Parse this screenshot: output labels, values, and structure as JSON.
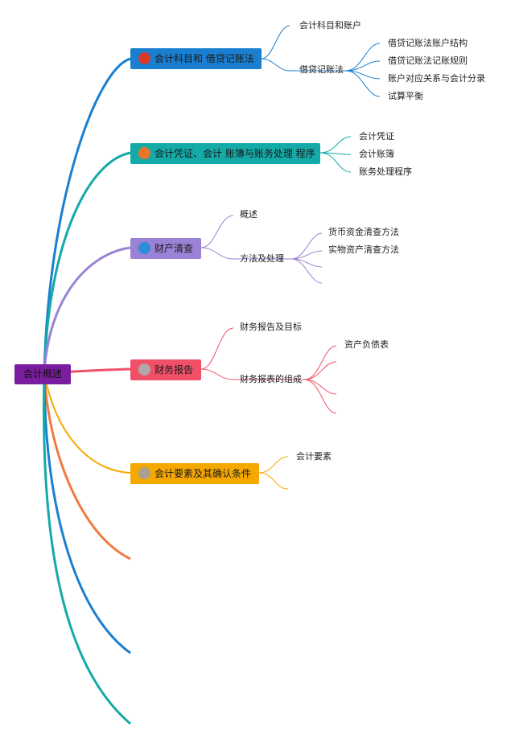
{
  "root": {
    "label": "会计概述",
    "color": "#7a1d9e"
  },
  "branches": [
    {
      "id": "b1",
      "number": "1",
      "label": "会计科目和 借贷记账法",
      "color": "#1a7fd0",
      "badge_color": "#d63a2a",
      "children": [
        {
          "label": "会计科目和账户"
        },
        {
          "label": "借贷记账法",
          "children": [
            "借贷记账法账户结构",
            "借贷记账法记账规则",
            "账户对应关系与会计分录",
            "试算平衡"
          ]
        }
      ]
    },
    {
      "id": "b2",
      "number": "2",
      "label": "会计凭证、会计 账簿与账务处理 程序",
      "color": "#14aaa8",
      "badge_color": "#e8742a",
      "children": [
        {
          "label": "会计凭证"
        },
        {
          "label": "会计账簿"
        },
        {
          "label": "账务处理程序"
        }
      ]
    },
    {
      "id": "b3",
      "number": "3",
      "label": "财产清查",
      "color": "#9a82d6",
      "badge_color": "#2b8fd6",
      "children": [
        {
          "label": "概述"
        },
        {
          "label": "方法及处理",
          "children": [
            "货币资金清查方法",
            "实物资产清查方法",
            "",
            ""
          ]
        }
      ]
    },
    {
      "id": "b4",
      "number": "4",
      "label": "财务报告",
      "color": "#f05068",
      "badge_color": "#b0a8a8",
      "children": [
        {
          "label": "财务报告及目标"
        },
        {
          "label": "财务报表的组成",
          "children": [
            "资产负债表",
            "",
            "",
            ""
          ]
        }
      ]
    },
    {
      "id": "b5",
      "number": "5",
      "label": "会计要素及其确认条件",
      "color": "#f5a800",
      "badge_color": "#a8a090",
      "children": [
        {
          "label": "会计要素"
        },
        {
          "label": ""
        }
      ]
    }
  ],
  "trailing_branches": [
    {
      "color": "#f07a40"
    },
    {
      "color": "#1a7fd0"
    },
    {
      "color": "#14aaa8"
    }
  ]
}
